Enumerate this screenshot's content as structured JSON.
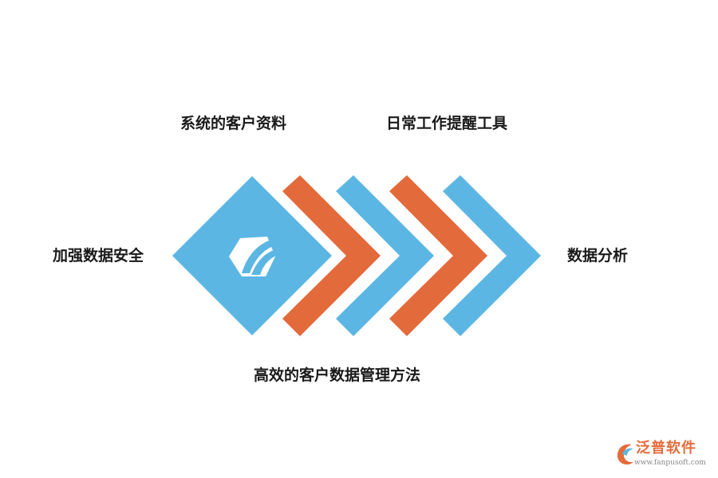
{
  "diagram": {
    "title": "高效的客户数据管理方法",
    "items": {
      "top_left": "系统的客户资料",
      "top_right": "日常工作提醒工具",
      "left": "加强数据安全",
      "right": "数据分析"
    },
    "center_icon": "hexagon-logo-icon",
    "colors": {
      "blue": "#5cb6e3",
      "orange": "#e36a3b",
      "icon": "#ffffff"
    }
  },
  "watermark": {
    "brand": "泛普软件",
    "url": "www.fanpusoft.com",
    "logo_icon": "fanpu-logo-icon"
  }
}
